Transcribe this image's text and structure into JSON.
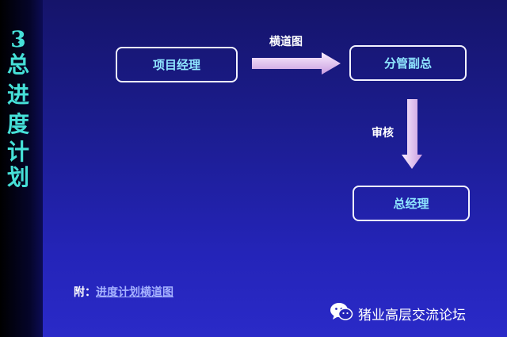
{
  "sidebar": {
    "chars": [
      "3",
      "、",
      "总",
      "进",
      "度",
      "计",
      "划"
    ]
  },
  "diagram": {
    "box_project_manager": "项目经理",
    "box_deputy_gm": "分管副总",
    "box_general_manager": "总经理",
    "arrow_gantt_label": "横道图",
    "arrow_review_label": "审核"
  },
  "footnote": {
    "prefix": "附：",
    "link": "进度计划横道图"
  },
  "watermark": {
    "icon": "wechat-icon",
    "text": "猪业高层交流论坛"
  },
  "colors": {
    "background": "#1b1c8c",
    "sidebar_text": "#46e0d8",
    "box_text": "#8fe6ff",
    "arrow_fill": "#e6c8f0"
  }
}
